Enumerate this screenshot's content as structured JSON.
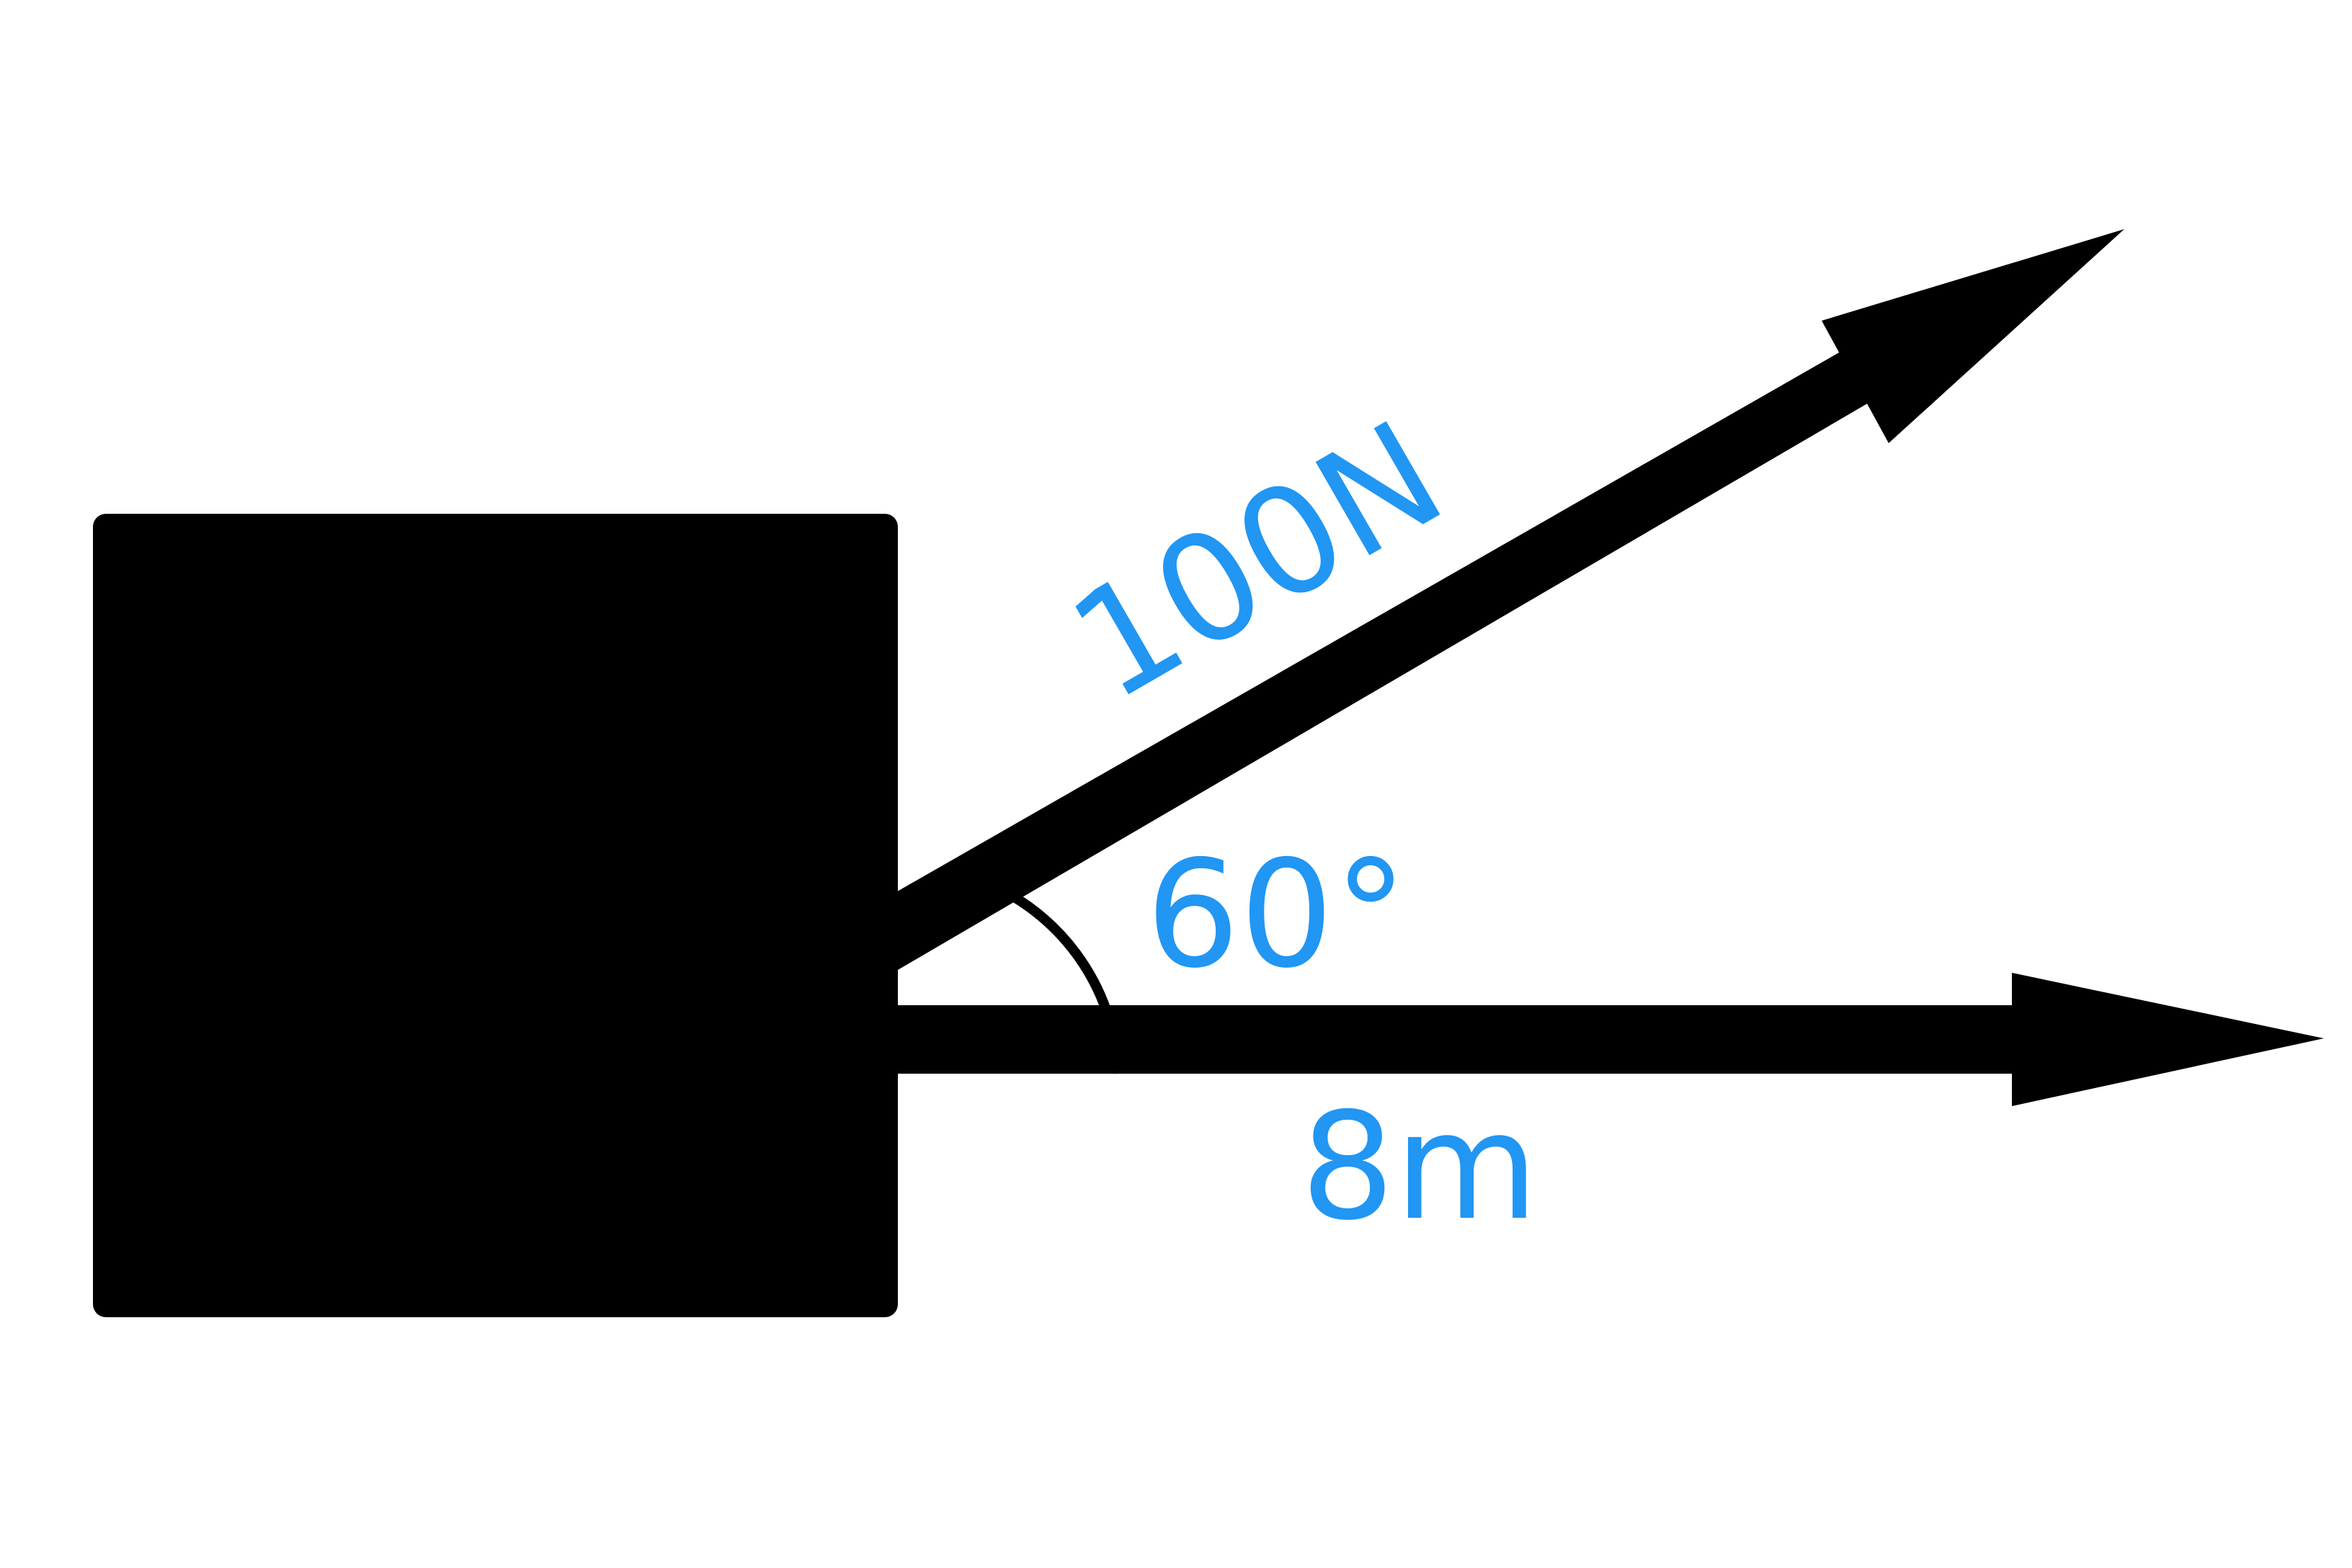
{
  "diagram": {
    "force_label": "100N",
    "angle_label": "60°",
    "distance_label": "8m"
  },
  "colors": {
    "shapes": "#000000",
    "labels": "#2196f3",
    "background": "#ffffff"
  }
}
